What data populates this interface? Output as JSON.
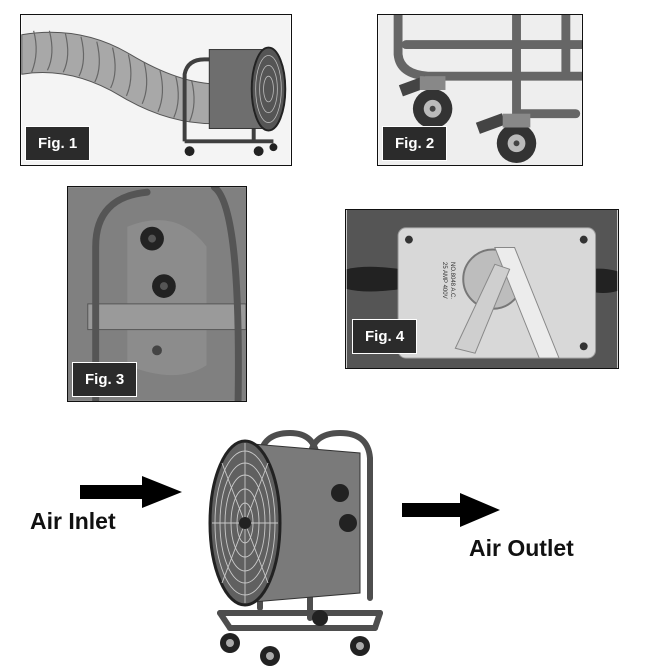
{
  "figures": [
    {
      "label": "Fig. 1",
      "subject": "fan with flexible duct hose"
    },
    {
      "label": "Fig. 2",
      "subject": "caster wheels on frame"
    },
    {
      "label": "Fig. 3",
      "subject": "frame mounting knobs"
    },
    {
      "label": "Fig. 4",
      "subject": "switch box"
    }
  ],
  "switch_plate": {
    "line1": "NO.8048  A.C.",
    "line2": "25 AMP  400V"
  },
  "diagram": {
    "inlet_label": "Air Inlet",
    "outlet_label": "Air Outlet"
  },
  "colors": {
    "fan_body": "#6e6e6e",
    "frame": "#5a5a5a",
    "label_bg": "#2b2b2b",
    "arrow": "#000000"
  }
}
